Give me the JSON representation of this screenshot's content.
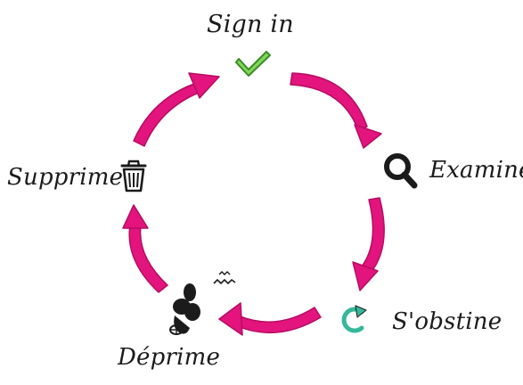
{
  "diagram": {
    "colors": {
      "arrow": "#e3147d",
      "arrow_edge": "#b60d62",
      "check": "#7ed957",
      "check_edge": "#3f8a2a",
      "retry": "#35b89a",
      "ink": "#1b1b1b"
    },
    "stages": [
      {
        "id": "signin",
        "label": "Sign in",
        "icon": "checkmark-icon"
      },
      {
        "id": "examine",
        "label": "Examine",
        "icon": "magnifier-icon"
      },
      {
        "id": "sobstine",
        "label": "S'obstine",
        "icon": "retry-arrow-icon"
      },
      {
        "id": "deprime",
        "label": "Déprime",
        "icon": "sad-figure-icon"
      },
      {
        "id": "supprime",
        "label": "Supprime",
        "icon": "trash-can-icon"
      }
    ]
  }
}
